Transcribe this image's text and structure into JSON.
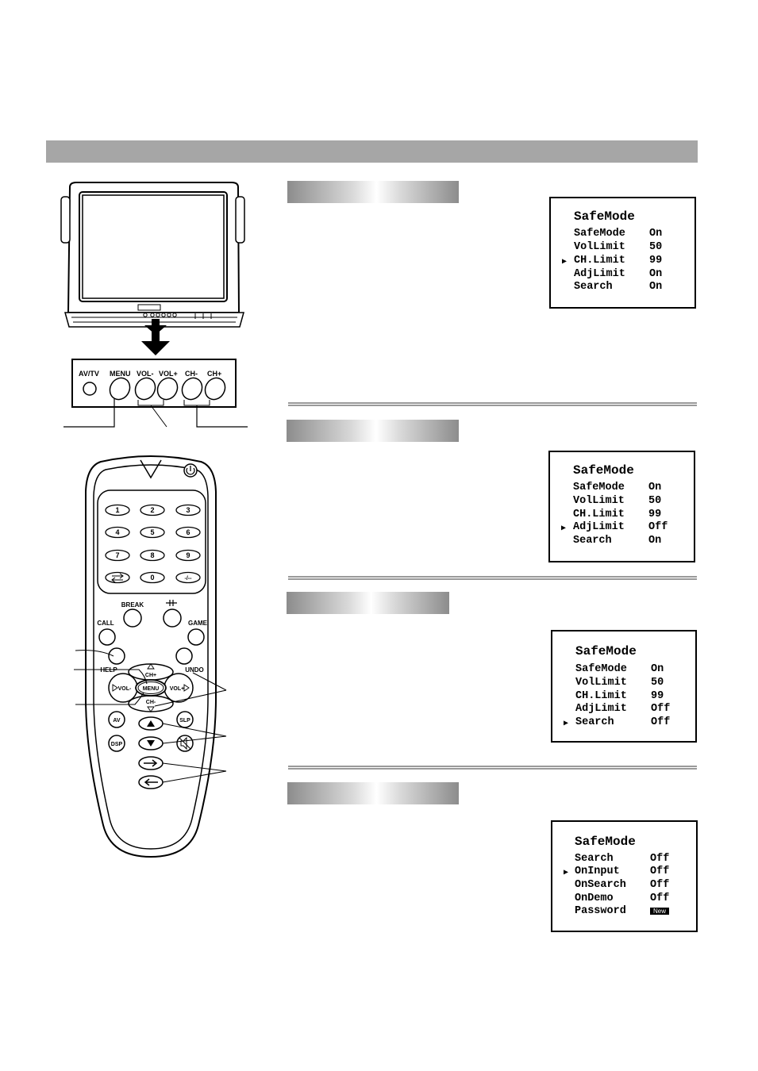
{
  "panel": {
    "buttons": [
      "AV/TV",
      "MENU",
      "VOL-",
      "VOL+",
      "CH-",
      "CH+"
    ]
  },
  "remote": {
    "numpad": [
      "1",
      "2",
      "3",
      "4",
      "5",
      "6",
      "7",
      "8",
      "9",
      "0",
      "-/--"
    ],
    "break_label": "BREAK",
    "call_label": "CALL",
    "game_label": "GAME",
    "help_label": "HELP",
    "undo_label": "UNDO",
    "ch_plus_label": "CH+",
    "ch_minus_label": "CH-",
    "vol_minus_label": "VOL-",
    "vol_plus_label": "VOL+",
    "menu_label": "MENU",
    "av_label": "AV",
    "dsp_label": "DSP",
    "slp_label": "SLP"
  },
  "osd_screens": [
    {
      "title": "SafeMode",
      "rows": [
        {
          "label": "SafeMode",
          "value": "On"
        },
        {
          "label": "VolLimit",
          "value": "50"
        },
        {
          "label": "CH.Limit",
          "value": "99",
          "selected": true
        },
        {
          "label": "AdjLimit",
          "value": "On"
        },
        {
          "label": "Search",
          "value": "On"
        }
      ]
    },
    {
      "title": "SafeMode",
      "rows": [
        {
          "label": "SafeMode",
          "value": "On"
        },
        {
          "label": "VolLimit",
          "value": "50"
        },
        {
          "label": "CH.Limit",
          "value": "99"
        },
        {
          "label": "AdjLimit",
          "value": "Off",
          "selected": true
        },
        {
          "label": "Search",
          "value": "On"
        }
      ]
    },
    {
      "title": "SafeMode",
      "rows": [
        {
          "label": "SafeMode",
          "value": "On"
        },
        {
          "label": "VolLimit",
          "value": "50"
        },
        {
          "label": "CH.Limit",
          "value": "99"
        },
        {
          "label": "AdjLimit",
          "value": "Off"
        },
        {
          "label": "Search",
          "value": "Off",
          "selected": true
        }
      ]
    },
    {
      "title": "SafeMode",
      "rows": [
        {
          "label": "Search",
          "value": "Off"
        },
        {
          "label": "OnInput",
          "value": "Off",
          "selected": true
        },
        {
          "label": "OnSearch",
          "value": "Off"
        },
        {
          "label": "OnDemo",
          "value": "Off"
        },
        {
          "label": "Password",
          "value": "New",
          "badge": true
        }
      ]
    }
  ]
}
